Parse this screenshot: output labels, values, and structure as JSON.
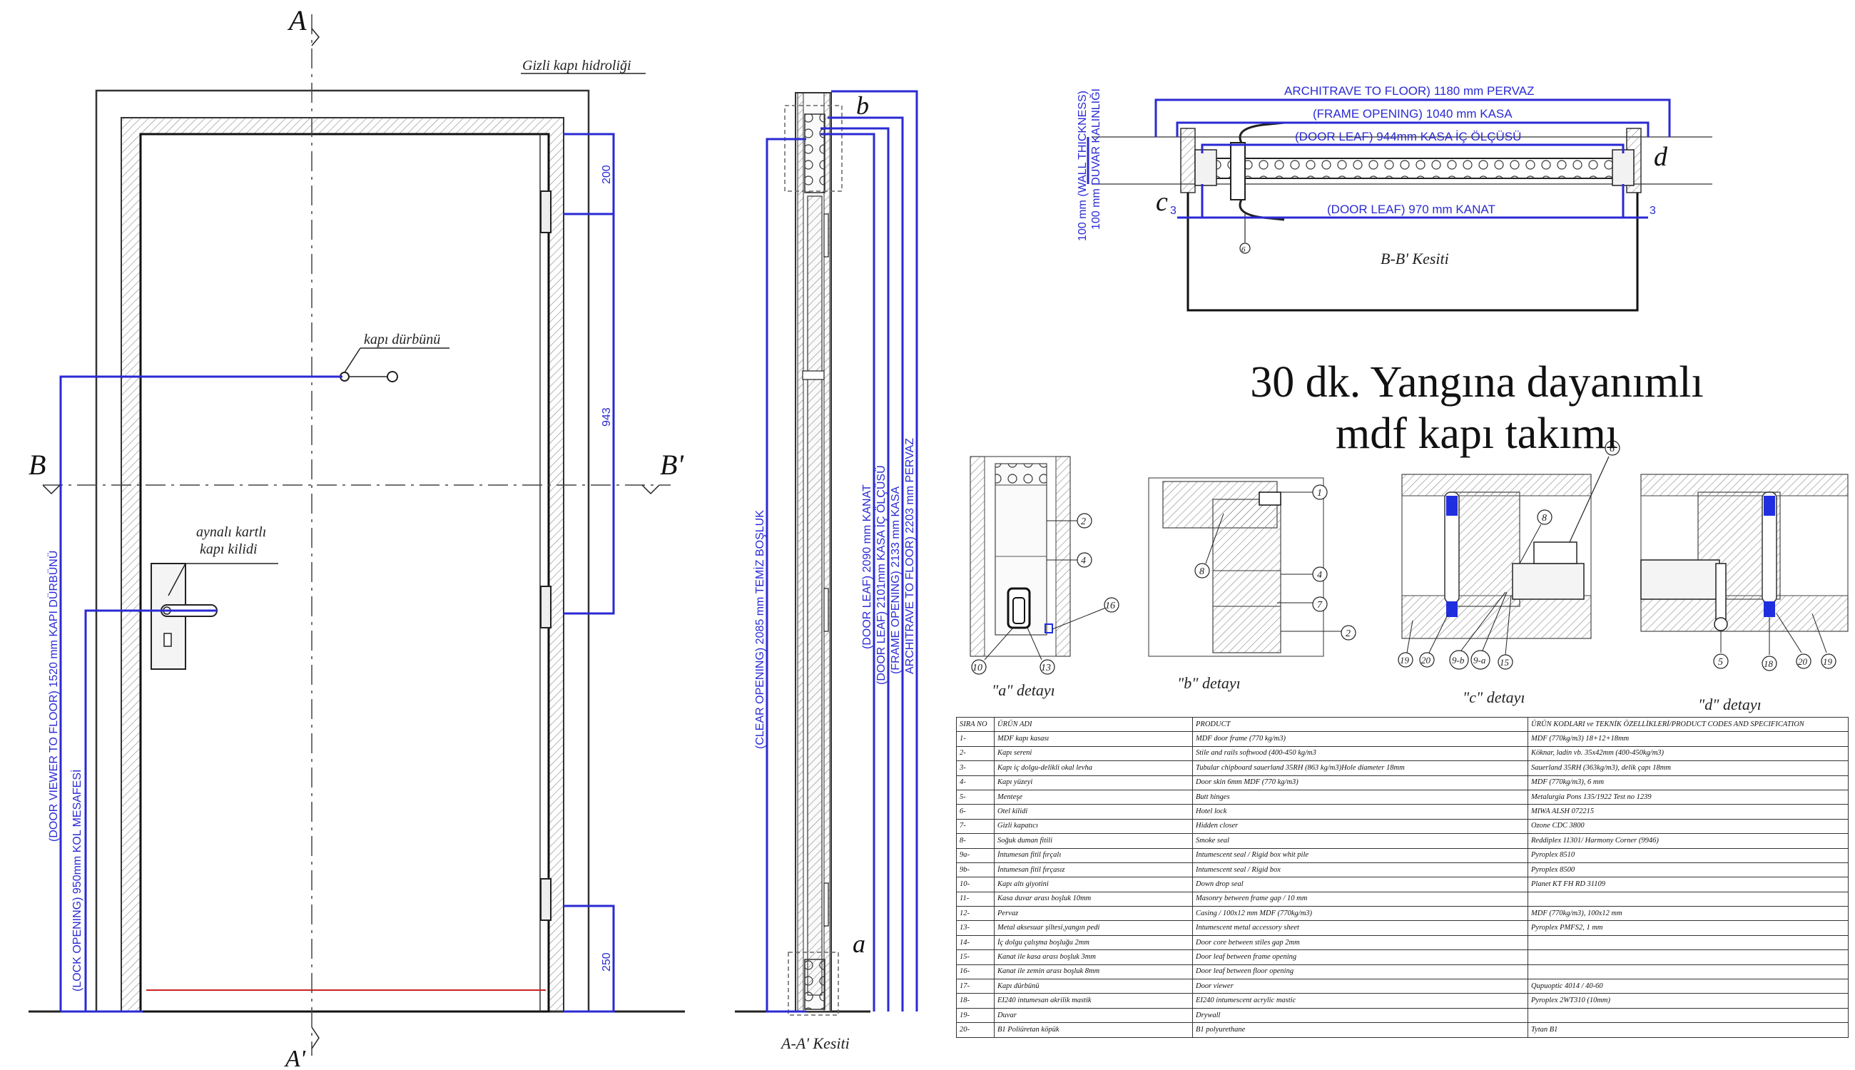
{
  "elevation": {
    "section_a_top": "A",
    "section_a_bottom": "A'",
    "section_b_left": "B",
    "section_b_right": "B'",
    "hidden_closer_label": "Gizli kapı hidroliği",
    "door_viewer_label": "kapı dürbünü",
    "lock_label_line1": "aynalı kartlı",
    "lock_label_line2": "kapı kilidi",
    "dim_200": "200",
    "dim_943": "943",
    "dim_250": "250",
    "dim_viewer_height": "(DOOR VIEWER TO FLOOR) 1520 mm KAPI DÜRBÜNÜ",
    "dim_lock_height": "(LOCK OPENING) 950mm KOL MESAFESİ"
  },
  "section_aa": {
    "caption": "A-A' Kesiti",
    "marker_a": "a",
    "marker_b": "b",
    "dims": [
      "(CLEAR OPENING) 2085 mm TEMİZ BOŞLUK",
      "(DOOR LEAF) 2090 mm KANAT",
      "(DOOR LEAF) 2101mm KASA İÇ ÖLÇÜSÜ",
      "(FRAME OPENING) 2133 mm KASA",
      "ARCHITRAVE TO FLOOR) 2203 mm PERVAZ"
    ]
  },
  "section_bb": {
    "caption": "B-B' Kesiti",
    "marker_c": "c",
    "marker_d": "d",
    "dim_architrave": "ARCHITRAVE TO FLOOR) 1180 mm PERVAZ",
    "dim_frame_opening": "(FRAME OPENING) 1040 mm KASA",
    "dim_door_leaf_inner": "(DOOR LEAF) 944mm KASA İÇ ÖLÇÜSÜ",
    "dim_door_leaf": "(DOOR LEAF) 970 mm KANAT",
    "gap_left": "3",
    "gap_right": "3",
    "wall_thickness_1": "100 mm (WALL THICKNESS)",
    "wall_thickness_2": "100 mm DUVAR KALINLIĞI",
    "callout_6": "6"
  },
  "title": {
    "line1": "30 dk. Yangına dayanımlı",
    "line2": "mdf kapı takımı"
  },
  "details": [
    {
      "caption": "\"a\" detayı",
      "callouts": [
        "2",
        "4",
        "16",
        "10",
        "13"
      ]
    },
    {
      "caption": "\"b\" detayı",
      "callouts": [
        "1",
        "8",
        "4",
        "7",
        "2"
      ]
    },
    {
      "caption": "\"c\" detayı",
      "callouts": [
        "6",
        "8",
        "19",
        "20",
        "9-b",
        "9-a",
        "15"
      ]
    },
    {
      "caption": "\"d\" detayı",
      "callouts": [
        "5",
        "18",
        "20",
        "19"
      ]
    }
  ],
  "spec_table": {
    "headers": [
      "SIRA NO",
      "ÜRÜN ADI",
      "PRODUCT",
      "ÜRÜN KODLARI ve TEKNİK ÖZELLİKLERİ/PRODUCT CODES AND SPECIFICATION"
    ],
    "rows": [
      [
        "1-",
        "MDF kapı kasası",
        "MDF door frame (770 kg/m3)",
        "MDF (770kg/m3) 18+12+18mm"
      ],
      [
        "2-",
        "Kapı sereni",
        "Stile and rails softwood (400-450 kg/m3",
        "Köknar, ladin vb. 35x42mm (400-450kg/m3)"
      ],
      [
        "3-",
        "Kapı iç dolgu-delikli okal levha",
        "Tubular chipboard sauerland 35RH (863 kg/m3)Hole diameter 18mm",
        "Sauerland 35RH (363kg/m3), delik çapı 18mm"
      ],
      [
        "4-",
        "Kapı yüzeyi",
        "Door skin 6mm MDF (770 kg/m3)",
        "MDF (770kg/m3), 6 mm"
      ],
      [
        "5-",
        "Menteşe",
        "Butt hinges",
        "Metalurgia Pons 135/1922 Test no 1239"
      ],
      [
        "6-",
        "Otel kilidi",
        "Hotel lock",
        "MIWA ALSH 072215"
      ],
      [
        "7-",
        "Gizli kapatıcı",
        "Hidden closer",
        "Ozone CDC 3800"
      ],
      [
        "8-",
        "Soğuk duman fitili",
        "Smoke seal",
        "Reddiplex 11301/ Harmony Corner (9946)"
      ],
      [
        "9a-",
        "İntumesan fitil fırçalı",
        "Intumescent seal / Rigid box whit pile",
        "Pyroplex 8510"
      ],
      [
        "9b-",
        "İntumesan fitil fırçasız",
        "Intumescent seal / Rigid box",
        "Pyroplex 8500"
      ],
      [
        "10-",
        "Kapı altı giyotini",
        "Down drop seal",
        "Planet KT FH RD 31109"
      ],
      [
        "11-",
        "Kasa duvar arası boşluk 10mm",
        "Masonry between frame gap / 10 mm",
        ""
      ],
      [
        "12-",
        "Pervaz",
        "Casing / 100x12 mm MDF (770kg/m3)",
        "MDF (770kg/m3), 100x12 mm"
      ],
      [
        "13-",
        "Metal aksesuar şiltesi,yangın pedi",
        "Intumescent metal accessory sheet",
        "Pyroplex PMFS2, 1 mm"
      ],
      [
        "14-",
        "İç dolgu çalışma boşluğu 2mm",
        "Door core between stiles gap 2mm",
        ""
      ],
      [
        "15-",
        "Kanat ile kasa arası boşluk 3mm",
        "Door leaf between frame opening",
        ""
      ],
      [
        "16-",
        "Kanat ile zemin arası boşluk 8mm",
        "Door leaf between floor opening",
        ""
      ],
      [
        "17-",
        "Kapı dürbünü",
        "Door viewer",
        "Qupuoptic 4014 / 40-60"
      ],
      [
        "18-",
        "EI240 intumesan akrilik mastik",
        "EI240 intumescent acrylic mastic",
        "Pyroplex 2WT310 (10mm)"
      ],
      [
        "19-",
        "Duvar",
        "Drywall",
        ""
      ],
      [
        "20-",
        "B1 Poliüretan köpük",
        "B1 polyurethane",
        "Tytan B1"
      ]
    ]
  },
  "colors": {
    "line": "#222222",
    "dimension": "#2a2ad4",
    "seal": "#1f2fe0",
    "threshold": "#cc2222"
  }
}
